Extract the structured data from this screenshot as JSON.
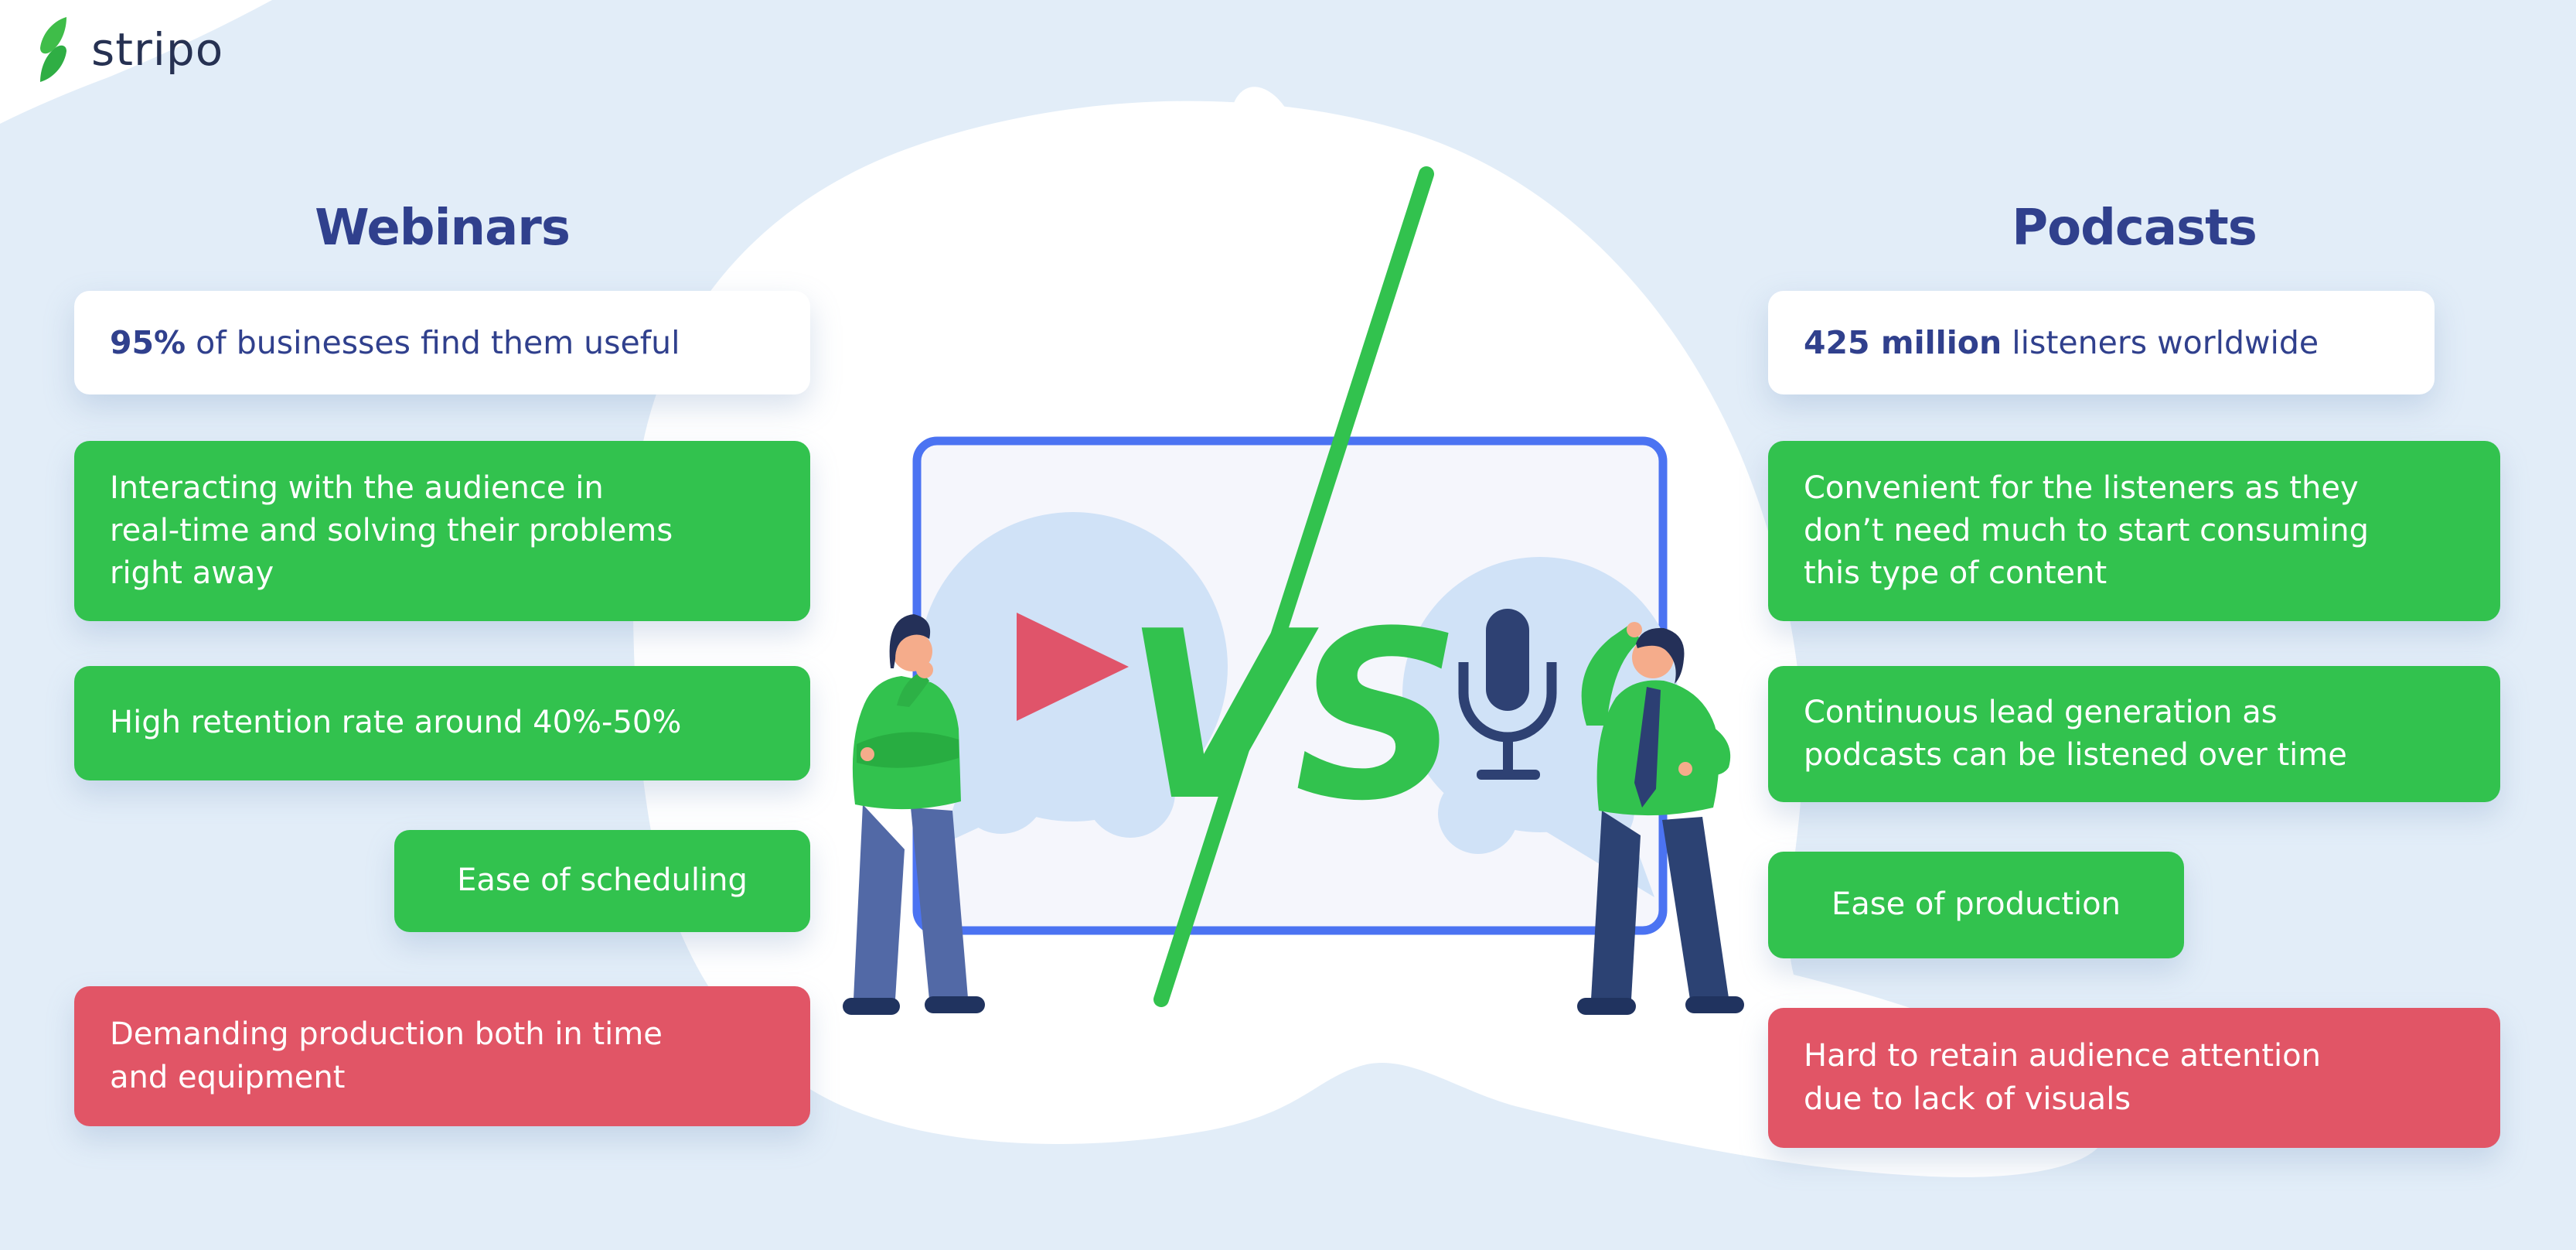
{
  "brand": {
    "name": "stripo",
    "logo_icon": "stripo-lightning-icon"
  },
  "center": {
    "vs_label": "VS",
    "icons": [
      "play-icon",
      "microphone-icon"
    ]
  },
  "webinars": {
    "title": "Webinars",
    "stat": {
      "bold": "95%",
      "rest": " of businesses find them useful"
    },
    "pros": [
      "Interacting with the audience in\nreal-time and solving their problems\nright away",
      "High retention rate around 40%-50%",
      "Ease of scheduling"
    ],
    "cons": [
      "Demanding production both in time\nand equipment"
    ]
  },
  "podcasts": {
    "title": "Podcasts",
    "stat": {
      "bold": "425 million",
      "rest": " listeners worldwide"
    },
    "pros": [
      "Convenient for the listeners as they\ndon’t need much to start consuming\nthis type of content",
      "Continuous lead generation as\npodcasts can be listened over time",
      "Ease of production"
    ],
    "cons": [
      "Hard to retain audience attention\ndue to lack of visuals"
    ]
  },
  "colors": {
    "background": "#e2edf8",
    "blob_white": "#ffffff",
    "positive_green": "#32c24e",
    "negative_red": "#e15566",
    "navy_text": "#30408d",
    "logo_navy": "#263152",
    "board_border_blue": "#4b73f2",
    "board_fill": "#f5f6fc",
    "bubble_blue": "#d0e2f7",
    "mic_navy": "#2e4173",
    "play_red": "#e0546a"
  }
}
